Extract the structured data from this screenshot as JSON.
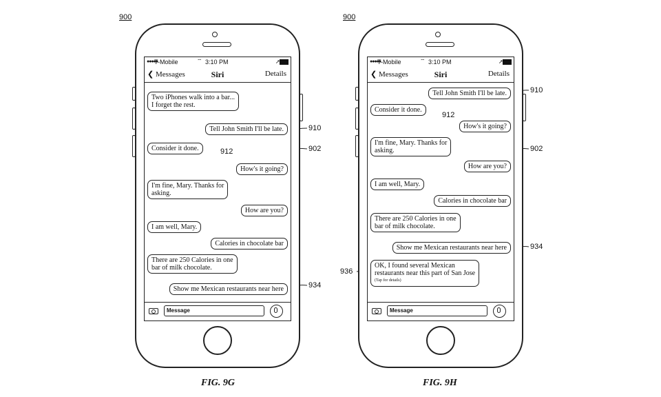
{
  "ref_900": "900",
  "status": {
    "carrier": "T-Mobile",
    "time": "3:10 PM",
    "signal": "●●●●●",
    "wifi": "⌔",
    "location": "➚"
  },
  "nav": {
    "back": "❮ Messages",
    "title": "Siri",
    "details": "Details"
  },
  "input_placeholder": "Message",
  "left": {
    "caption": "FIG. 9G",
    "bubbles": [
      "Two iPhones walk into a bar...\nI forget the rest.",
      "Tell John Smith I'll be late.",
      "Consider it done.",
      "How's it going?",
      "I'm fine, Mary. Thanks for\nasking.",
      "How are you?",
      "I am well, Mary.",
      "Calories in chocolate bar",
      "There are 250 Calories in one\nbar of milk chocolate.",
      "Show me Mexican restaurants near here"
    ],
    "refs": [
      "910",
      "912",
      "902",
      "934"
    ]
  },
  "right": {
    "caption": "FIG. 9H",
    "bubbles": [
      "Tell John Smith I'll be late.",
      "Consider it done.",
      "How's it going?",
      "I'm fine, Mary. Thanks for\nasking.",
      "How are you?",
      "I am well, Mary.",
      "Calories in chocolate bar",
      "There are 250 Calories in one\nbar of milk chocolate.",
      "Show me Mexican restaurants near here",
      "OK, I found several Mexican\nrestaurants near this part of San Jose"
    ],
    "tap_note": "(Tap for details)",
    "refs": [
      "910",
      "912",
      "902",
      "934",
      "936"
    ]
  }
}
